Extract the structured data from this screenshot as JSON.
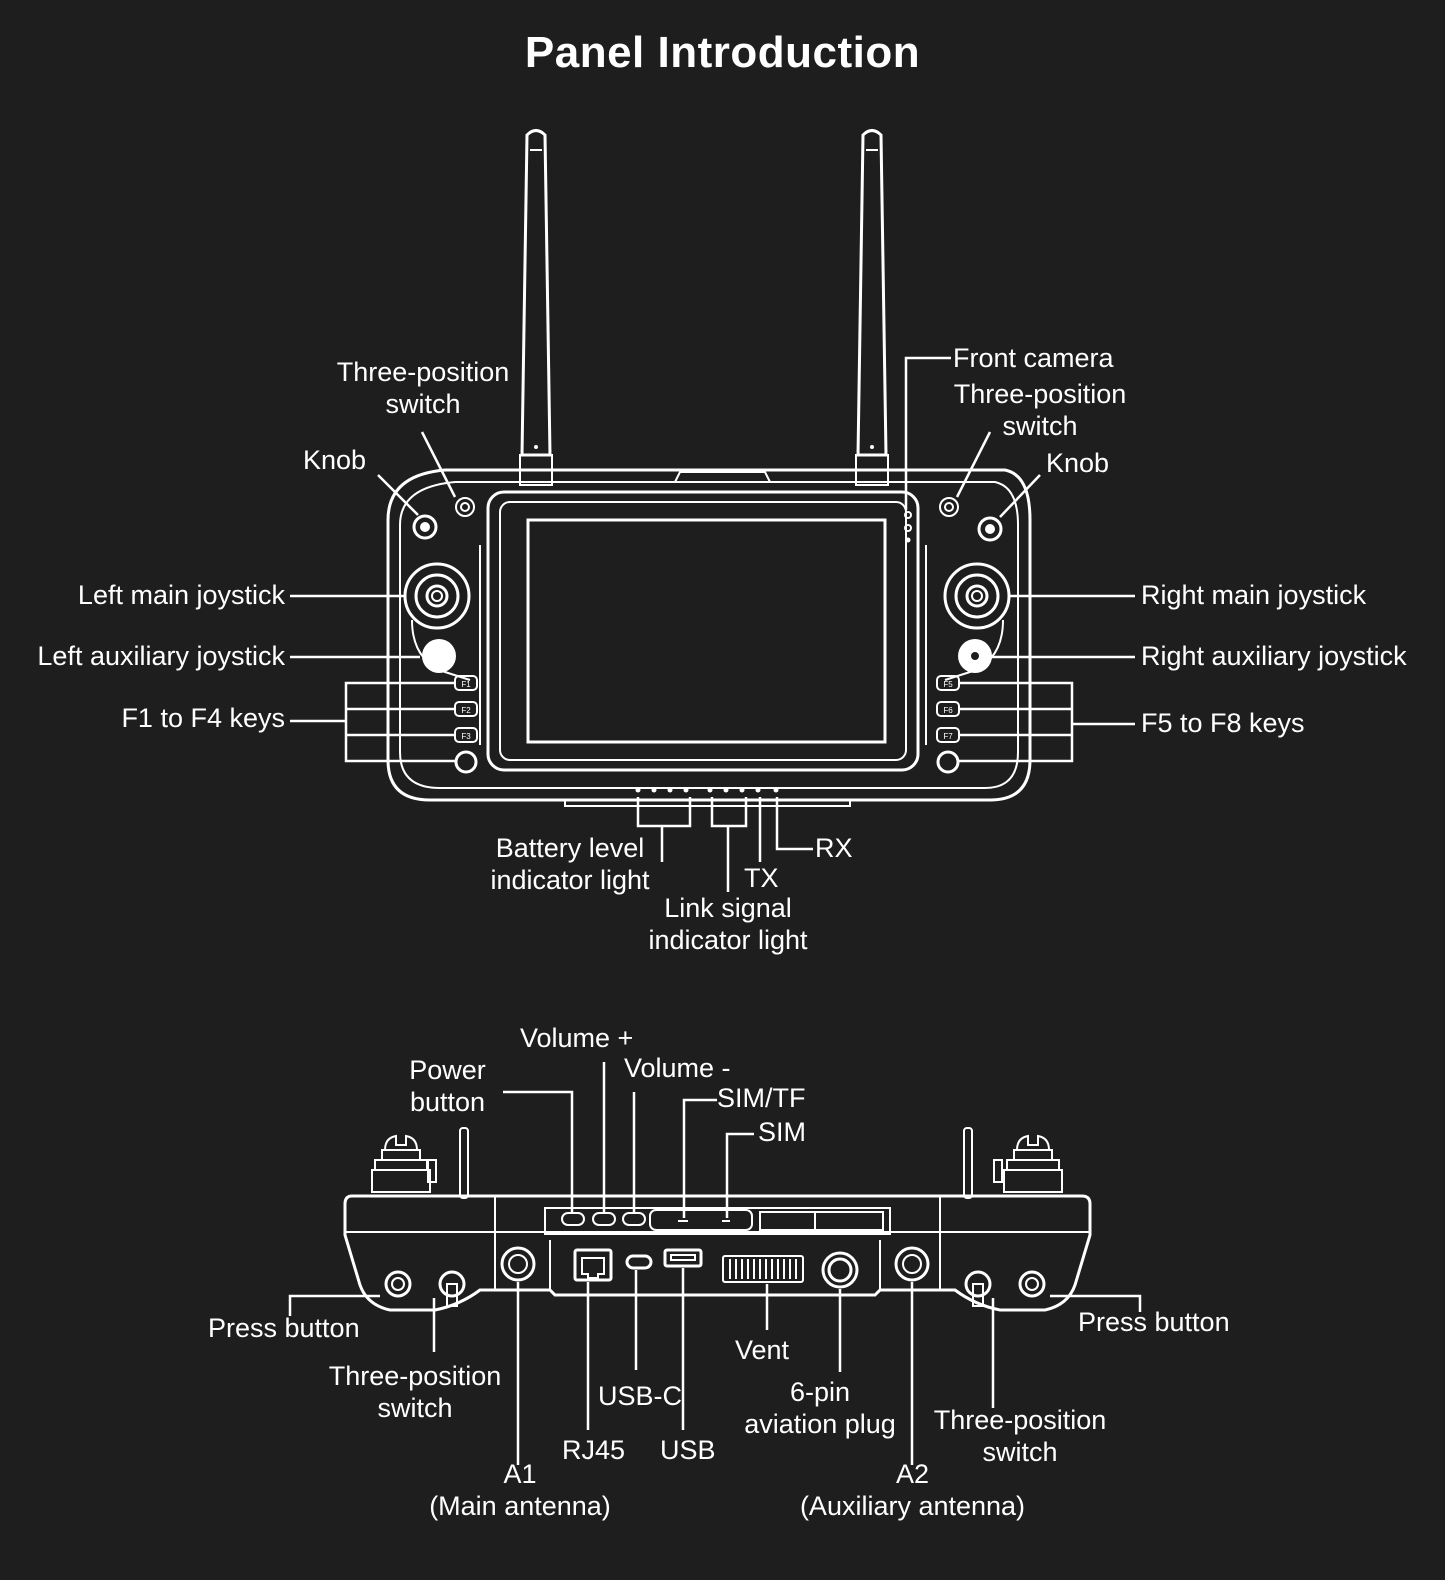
{
  "title": "Panel Introduction",
  "front_labels": {
    "three_position_switch_left": "Three-position\nswitch",
    "knob_left": "Knob",
    "left_main_joystick": "Left main joystick",
    "left_auxiliary_joystick": "Left auxiliary joystick",
    "f1_f4_keys": "F1 to F4 keys",
    "front_camera": "Front camera",
    "three_position_switch_right": "Three-position\nswitch",
    "knob_right": "Knob",
    "right_main_joystick": "Right main joystick",
    "right_auxiliary_joystick": "Right auxiliary joystick",
    "f5_f8_keys": "F5 to F8 keys",
    "battery_level_indicator": "Battery level\nindicator light",
    "tx": "TX",
    "rx": "RX",
    "link_signal_indicator": "Link signal\nindicator light"
  },
  "front_keys": {
    "left": [
      "F1",
      "F2",
      "F3"
    ],
    "right": [
      "F5",
      "F6",
      "F7"
    ]
  },
  "bottom_labels": {
    "volume_plus": "Volume +",
    "power_button": "Power\nbutton",
    "volume_minus": "Volume -",
    "sim_tf": "SIM/TF",
    "sim": "SIM",
    "press_button_left": "Press button",
    "three_position_switch_left": "Three-position\nswitch",
    "rj45": "RJ45",
    "usb_c": "USB-C",
    "usb": "USB",
    "vent": "Vent",
    "six_pin_plug": "6-pin\naviation plug",
    "a1": "A1\n(Main antenna)",
    "a2": "A2\n(Auxiliary antenna)",
    "three_position_switch_right": "Three-position\nswitch",
    "press_button_right": "Press button"
  }
}
